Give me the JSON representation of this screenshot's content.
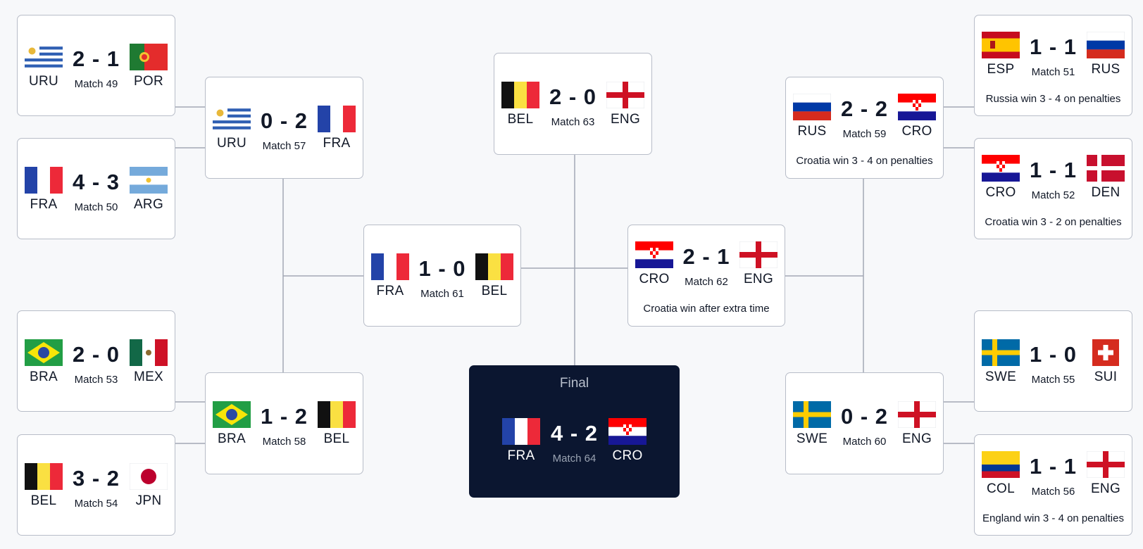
{
  "colors": {
    "background": "#f7f8fa",
    "card_border": "#b8bdc8",
    "connector": "#a3a8b4",
    "final_bg": "#0b1630"
  },
  "matches": {
    "m49": {
      "home": "URU",
      "away": "POR",
      "home_flag": "flag-uruguay",
      "away_flag": "flag-portugal",
      "score": "2 - 1",
      "label": "Match 49"
    },
    "m50": {
      "home": "FRA",
      "away": "ARG",
      "home_flag": "flag-france",
      "away_flag": "flag-argentina",
      "score": "4 - 3",
      "label": "Match 50"
    },
    "m53": {
      "home": "BRA",
      "away": "MEX",
      "home_flag": "flag-brazil",
      "away_flag": "flag-mexico",
      "score": "2 - 0",
      "label": "Match 53"
    },
    "m54": {
      "home": "BEL",
      "away": "JPN",
      "home_flag": "flag-belgium",
      "away_flag": "flag-japan",
      "score": "3 - 2",
      "label": "Match 54"
    },
    "m57": {
      "home": "URU",
      "away": "FRA",
      "home_flag": "flag-uruguay",
      "away_flag": "flag-france",
      "score": "0 - 2",
      "label": "Match 57"
    },
    "m58": {
      "home": "BRA",
      "away": "BEL",
      "home_flag": "flag-brazil",
      "away_flag": "flag-belgium",
      "score": "1 - 2",
      "label": "Match 58"
    },
    "m61": {
      "home": "FRA",
      "away": "BEL",
      "home_flag": "flag-france",
      "away_flag": "flag-belgium",
      "score": "1 - 0",
      "label": "Match 61"
    },
    "m63": {
      "home": "BEL",
      "away": "ENG",
      "home_flag": "flag-belgium",
      "away_flag": "flag-england",
      "score": "2 - 0",
      "label": "Match 63"
    },
    "m64": {
      "title": "Final",
      "home": "FRA",
      "away": "CRO",
      "home_flag": "flag-france",
      "away_flag": "flag-croatia",
      "score": "4 - 2",
      "label": "Match 64"
    },
    "m62": {
      "home": "CRO",
      "away": "ENG",
      "home_flag": "flag-croatia",
      "away_flag": "flag-england",
      "score": "2 - 1",
      "label": "Match 62",
      "note": "Croatia win after extra time"
    },
    "m59": {
      "home": "RUS",
      "away": "CRO",
      "home_flag": "flag-russia",
      "away_flag": "flag-croatia",
      "score": "2 - 2",
      "label": "Match 59",
      "note": "Croatia win 3 - 4 on penalties"
    },
    "m60": {
      "home": "SWE",
      "away": "ENG",
      "home_flag": "flag-sweden",
      "away_flag": "flag-england",
      "score": "0 - 2",
      "label": "Match 60"
    },
    "m51": {
      "home": "ESP",
      "away": "RUS",
      "home_flag": "flag-spain",
      "away_flag": "flag-russia",
      "score": "1 - 1",
      "label": "Match 51",
      "note": "Russia win 3 - 4 on penalties"
    },
    "m52": {
      "home": "CRO",
      "away": "DEN",
      "home_flag": "flag-croatia",
      "away_flag": "flag-denmark",
      "score": "1 - 1",
      "label": "Match 52",
      "note": "Croatia win 3 - 2 on penalties"
    },
    "m55": {
      "home": "SWE",
      "away": "SUI",
      "home_flag": "flag-sweden",
      "away_flag": "flag-switzerland",
      "score": "1 - 0",
      "label": "Match 55"
    },
    "m56": {
      "home": "COL",
      "away": "ENG",
      "home_flag": "flag-colombia",
      "away_flag": "flag-england",
      "score": "1 - 1",
      "label": "Match 56",
      "note": "England win 3 - 4 on penalties"
    }
  }
}
